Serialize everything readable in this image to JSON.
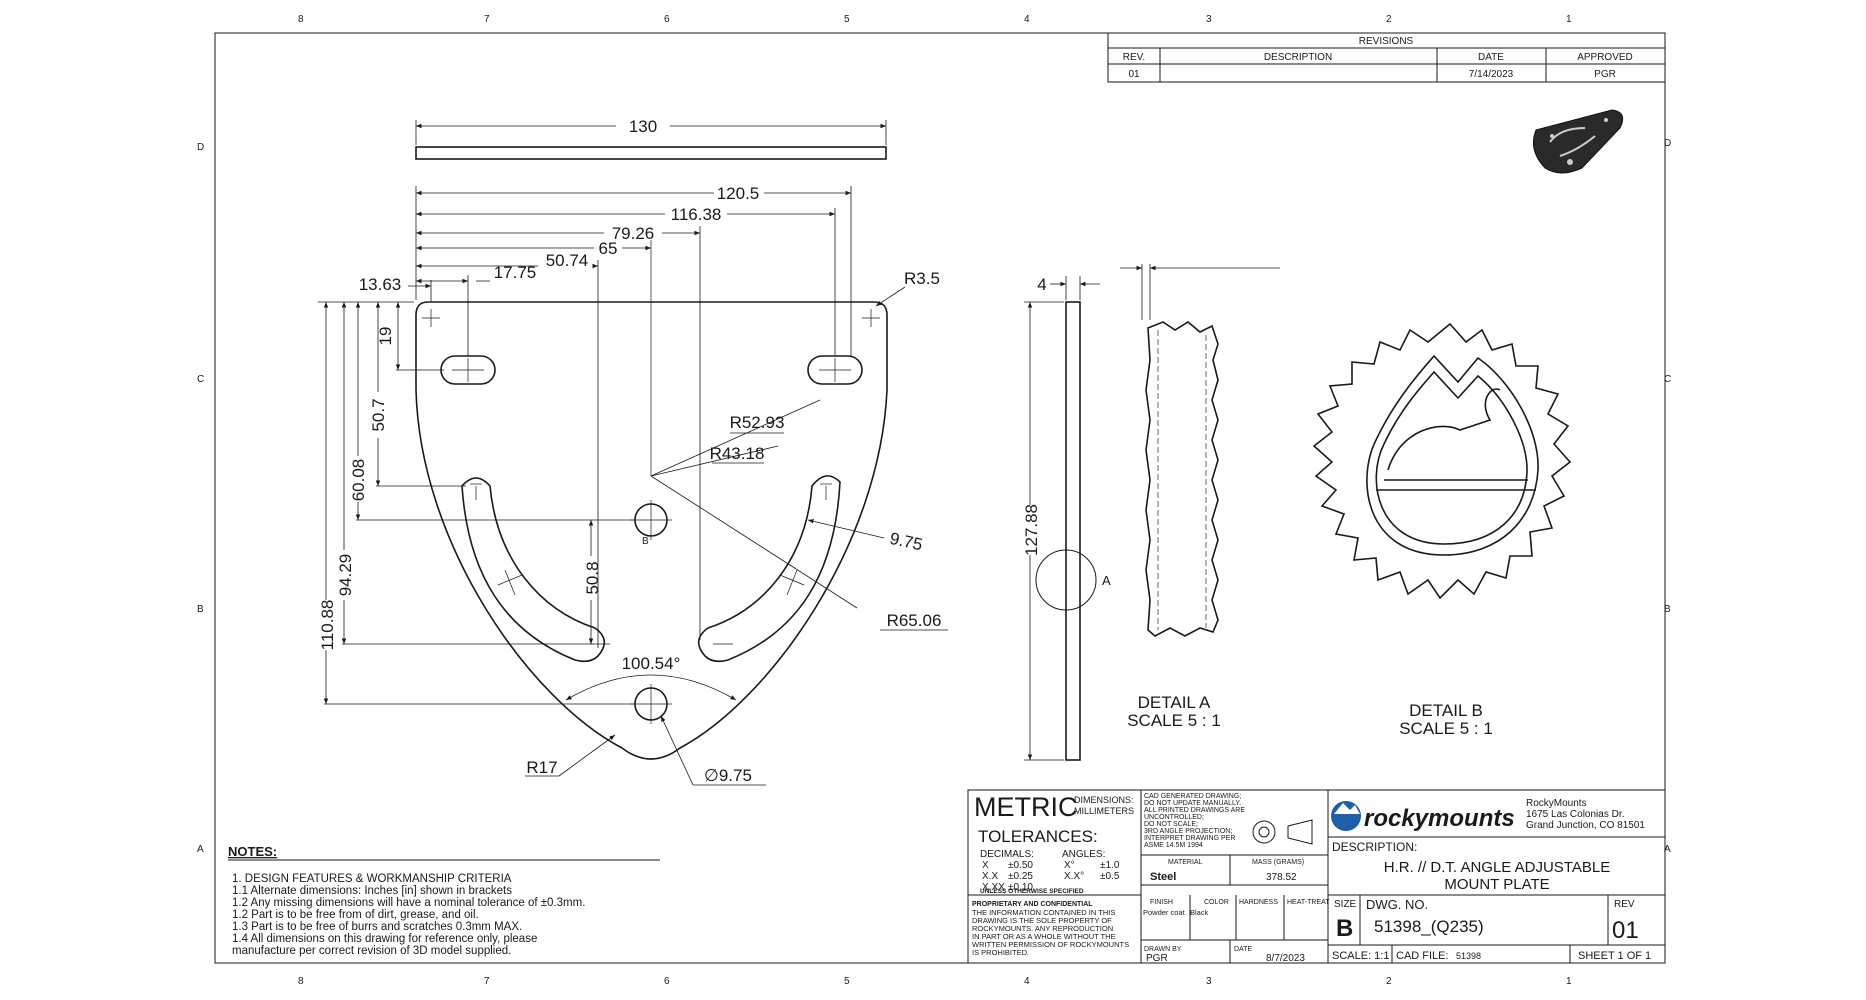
{
  "zones": {
    "columns": [
      "8",
      "7",
      "6",
      "5",
      "4",
      "3",
      "2",
      "1"
    ],
    "rows": [
      "D",
      "C",
      "B",
      "A"
    ]
  },
  "revisions": {
    "title": "REVISIONS",
    "headers": [
      "REV.",
      "DESCRIPTION",
      "DATE",
      "APPROVED"
    ],
    "rows": [
      [
        "01",
        "",
        "7/14/2023",
        "PGR"
      ]
    ]
  },
  "dimensions": {
    "overall_width": "130",
    "d_120_5": "120.5",
    "d_116_38": "116.38",
    "d_79_26": "79.26",
    "d_65": "65",
    "d_50_74": "50.74",
    "d_17_75": "17.75",
    "d_13_63": "13.63",
    "r_3_5": "R3.5",
    "d_19": "19",
    "d_50_7": "50.7",
    "d_60_08": "60.08",
    "d_94_29": "94.29",
    "d_110_88": "110.88",
    "d_50_8": "50.8",
    "r_52_93": "R52.93",
    "r_43_18": "R43.18",
    "d_9_75": "9.75",
    "r_65_06": "R65.06",
    "angle": "100.54°",
    "r_17": "R17",
    "dia_9_75": "∅9.75",
    "thickness": "4",
    "height": "127.88",
    "detail_a_callout": "A",
    "detail_b_callout": "B"
  },
  "details": {
    "a_title": "DETAIL A",
    "a_scale": "SCALE 5 : 1",
    "b_title": "DETAIL B",
    "b_scale": "SCALE 5 : 1"
  },
  "notes": {
    "heading": "NOTES:",
    "lines": [
      "1.    DESIGN FEATURES & WORKMANSHIP CRITERIA",
      "1.1   Alternate dimensions: Inches [in] shown in brackets",
      "1.2   Any missing dimensions will have a nominal tolerance of ±0.3mm.",
      "1.2   Part is to be free from of dirt, grease, and oil.",
      "1.3   Part is to be free of burrs and scratches 0.3mm MAX.",
      "1.4   All dimensions on this drawing for reference only, please",
      "         manufacture per correct revision of 3D model supplied."
    ]
  },
  "title_block": {
    "metric": "METRIC",
    "dim_label_1": "DIMENSIONS:",
    "dim_label_2": "MILLIMETERS",
    "tolerances": "TOLERANCES:",
    "decimals": "DECIMALS:",
    "angles": "ANGLES:",
    "tol_rows": [
      [
        "X",
        "±0.50",
        "X°",
        "±1.0"
      ],
      [
        "X.X",
        "±0.25",
        "X.X°",
        "±0.5"
      ],
      [
        "X.XX",
        "±0.10",
        "",
        ""
      ]
    ],
    "unless": "UNLESS OTHERWISE SPECIFIED",
    "cad_notes": [
      "CAD GENERATED DRAWING;",
      "DO NOT UPDATE MANUALLY.",
      "ALL PRINTED DRAWINGS ARE",
      "UNCONTROLLED;",
      "DO NOT SCALE;",
      "3RD ANGLE PROJECTION;",
      "INTERPRET DRAWING PER",
      "ASME 14.5M 1994"
    ],
    "material_label": "MATERIAL",
    "material": "Steel",
    "mass_label": "MASS (GRAMS)",
    "mass": "378.52",
    "proprietary_title": "PROPRIETARY AND CONFIDENTIAL",
    "proprietary_lines": [
      "THE INFORMATION CONTAINED IN THIS",
      "DRAWING IS THE SOLE PROPERTY OF",
      "ROCKYMOUNTS.  ANY REPRODUCTION",
      "IN PART OR AS A WHOLE WITHOUT THE",
      "WRITTEN PERMISSION OF ROCKYMOUNTS",
      "IS PROHIBITED."
    ],
    "finish_label": "FINISH",
    "finish": "Powder coat",
    "color_label": "COLOR",
    "color": "Black",
    "hardness_label": "HARDNESS",
    "heat_treat_label": "HEAT-TREAT",
    "drawn_by_label": "DRAWN BY",
    "drawn_by": "PGR",
    "date_label": "DATE",
    "date": "8/7/2023",
    "company_logo": "rockymounts",
    "company_name": "RockyMounts",
    "company_addr1": "1675 Las Colonias Dr.",
    "company_addr2": "Grand Junction, CO 81501",
    "description_label": "DESCRIPTION:",
    "description_1": "H.R. // D.T.  ANGLE ADJUSTABLE",
    "description_2": "MOUNT PLATE",
    "size_label": "SIZE",
    "size": "B",
    "dwg_no_label": "DWG.  NO.",
    "dwg_no": "51398_(Q235)",
    "rev_label": "REV",
    "rev": "01",
    "scale": "SCALE: 1:1",
    "cad_file_label": "CAD FILE:",
    "cad_file": "51398",
    "sheet": "SHEET 1 OF 1"
  },
  "colors": {
    "line": "#1a1a1a",
    "logo_blue": "#1f5fa8",
    "background": "#ffffff"
  }
}
